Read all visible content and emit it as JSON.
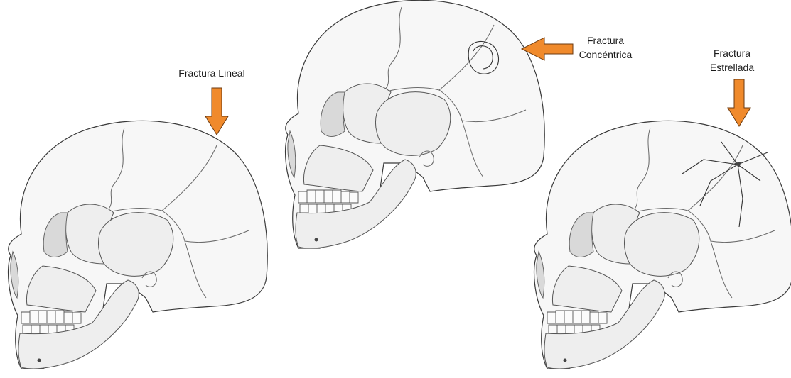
{
  "labels": {
    "linear": "Fractura Lineal",
    "concentric_line1": "Fractura",
    "concentric_line2": "Concéntrica",
    "stellate_line1": "Fractura",
    "stellate_line2": "Estrellada"
  },
  "colors": {
    "arrow": "#f08a2c",
    "arrow_outline": "#6b3a10",
    "bone_fill": "#f7f7f7",
    "bone_line": "#3a3a3a"
  }
}
